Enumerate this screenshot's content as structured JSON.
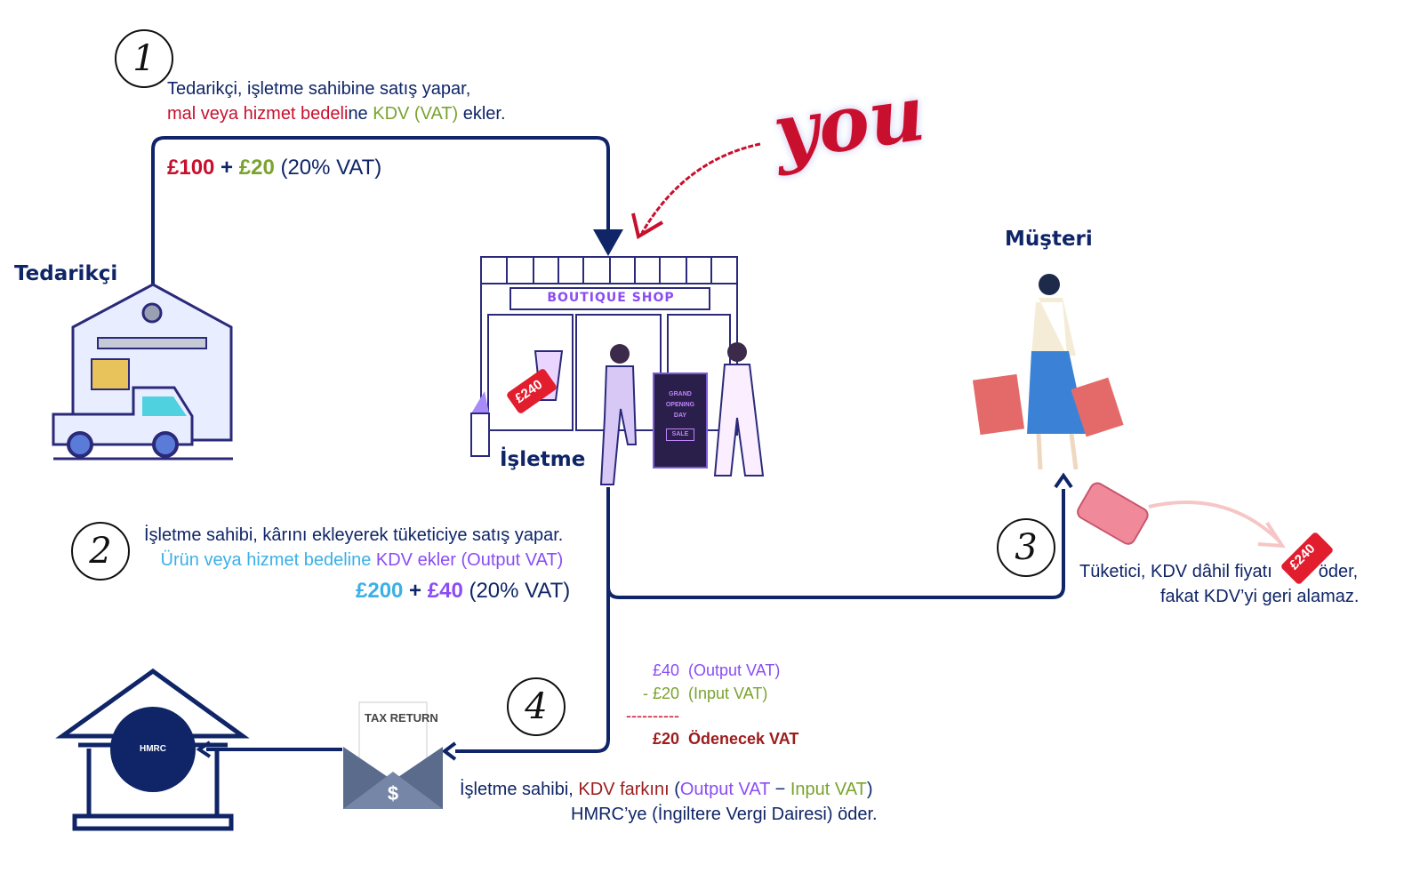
{
  "colors": {
    "navy": "#0f2567",
    "red": "#c8102e",
    "green": "#7aa32e",
    "blue": "#3ab0e8",
    "purple": "#8a4df5",
    "dark_red": "#9b1c1c"
  },
  "labels": {
    "supplier": "Tedarikçi",
    "business": "İşletme",
    "customer": "Müşteri",
    "hmrc": "HMRC",
    "you": "you",
    "shop_sign": "BOUTIQUE SHOP",
    "board": [
      "GRAND",
      "OPENING",
      "DAY",
      "SALE"
    ],
    "tax_return": "TAX RETURN",
    "price_tag": "£240"
  },
  "step1": {
    "number": "1",
    "line1": "Tedarikçi, işletme sahibine satış yapar,",
    "line2_red": "mal veya hizmet bedeli",
    "line2_navy": "ne ",
    "line2_green": "KDV (VAT)",
    "line2_end": " ekler.",
    "price": "£100",
    "plus": " + ",
    "vat": "£20",
    "note": " (20% VAT)"
  },
  "step2": {
    "number": "2",
    "line1": "İşletme sahibi, kârını ekleyerek tüketiciye satış yapar.",
    "line2_blue": "Ürün veya hizmet bedeline ",
    "line2_purple": "KDV ekler (Output VAT)",
    "price": "£200",
    "plus": " + ",
    "vat": "£40",
    "note": " (20% VAT)"
  },
  "step3": {
    "number": "3",
    "line1": "Tüketici, KDV dâhil fiyatı",
    "line1_end": "öder,",
    "line2": "fakat KDV’yi geri alamaz."
  },
  "step4": {
    "number": "4",
    "calc": [
      {
        "amount": "£40",
        "label": "(Output VAT)"
      },
      {
        "amount": "- £20",
        "label": "(Input VAT)"
      }
    ],
    "divider": "----------",
    "total_amount": "£20",
    "total_label": "Ödenecek VAT",
    "line1_a": "İşletme sahibi, ",
    "line1_b": "KDV farkını",
    "line1_c": " (",
    "line1_d": "Output VAT",
    "line1_e": " − ",
    "line1_f": "Input VAT",
    "line1_g": ")",
    "line2": "HMRC’ye (İngiltere Vergi Dairesi) öder."
  }
}
